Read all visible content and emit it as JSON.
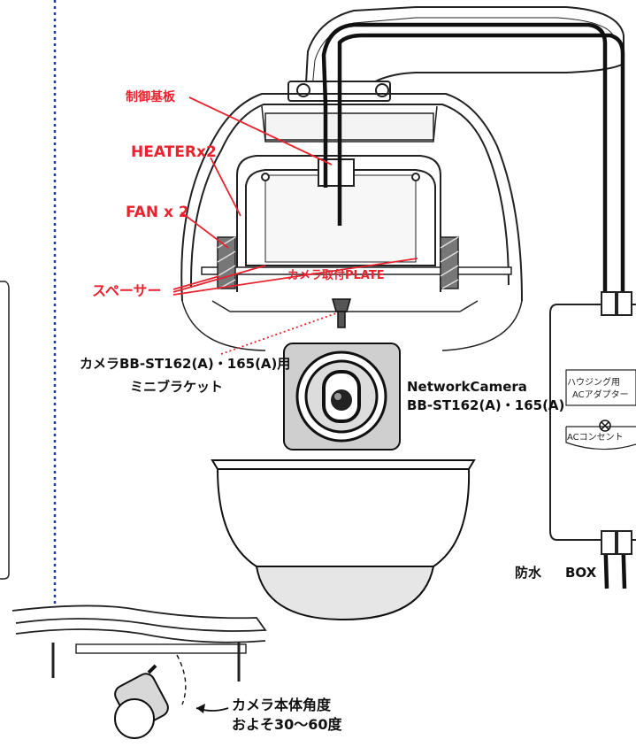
{
  "labels": {
    "control_board": "制御基板",
    "heater": "HEATERx2",
    "fan": "FAN x 2",
    "spacer": "スペーサー",
    "camera_plate": "カメラ取付PLATE",
    "bracket_line1": "カメラBB-ST162(A)・165(A)用",
    "bracket_line2": "ミニブラケット",
    "camera_line1": "NetworkCamera",
    "camera_line2": "BB-ST162(A)・165(A)",
    "adapter_line1": "ハウジング用",
    "adapter_line2": "ACアダプター",
    "outlet": "ACコンセント",
    "box_word1": "防水",
    "box_word2": "BOX",
    "angle_line1": "カメラ本体角度",
    "angle_line2": "およそ30～60度"
  },
  "colors": {
    "callout_red": "#e8232f",
    "line_black": "#111111",
    "divider_blue": "#1f3aa8",
    "dome_gray": "#e6e6e6"
  },
  "icons": {
    "outlet": "circle-cross-icon"
  }
}
